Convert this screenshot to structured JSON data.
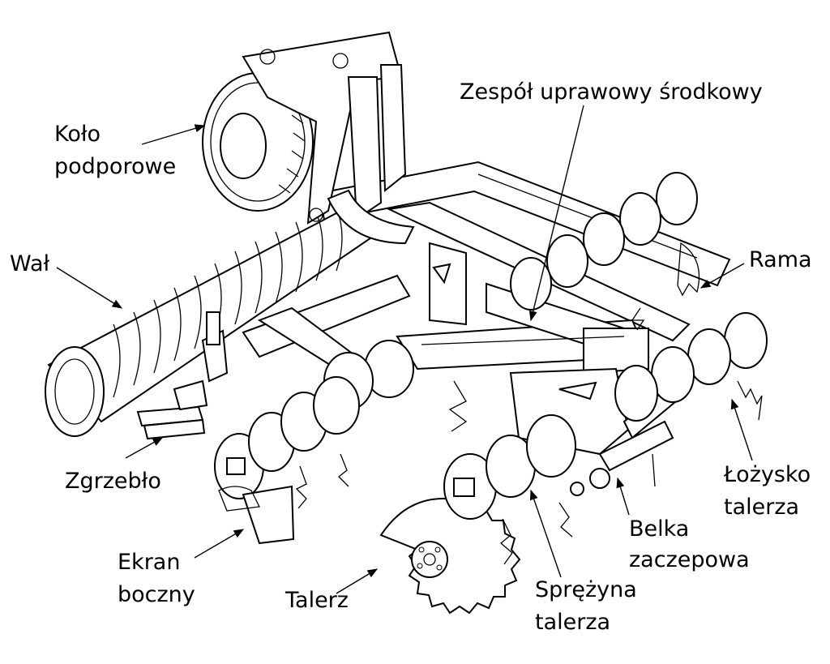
{
  "diagram": {
    "labels": {
      "kolo_line1": "Koło",
      "kolo_line2": "podporowe",
      "zespol": "Zespół uprawowy środkowy",
      "wal": "Wał",
      "rama": "Rama",
      "zgrzeblo": "Zgrzebło",
      "lozysko_line1": "Łożysko",
      "lozysko_line2": "talerza",
      "belka_line1": "Belka",
      "belka_line2": "zaczepowa",
      "ekran_line1": "Ekran",
      "ekran_line2": "boczny",
      "talerz": "Talerz",
      "sprezyna_line1": "Sprężyna",
      "sprezyna_line2": "talerza"
    }
  }
}
